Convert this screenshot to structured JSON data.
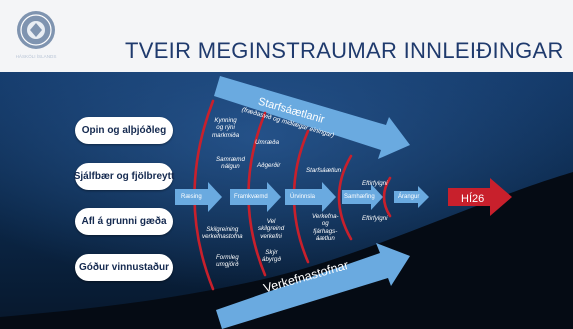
{
  "title": "TVEIR MEGINSTRAUMAR INNLEIÐINGAR",
  "logo_text": "HÁSKÓLI ÍSLANDS",
  "pills": [
    "Opin og alþjóðleg",
    "Sjálfbær og fjölbreytt",
    "Afl á grunni gæða",
    "Góður vinnustaður"
  ],
  "top_stream": {
    "label": "Starfsáætlanir",
    "sublabel": "(fræðasvið og miðlægar einingar)"
  },
  "bottom_stream": {
    "label": "Verkefnastofnar"
  },
  "stages": [
    "Ræsing",
    "Framkvæmd",
    "Úrvinnsla",
    "Samhæfing",
    "Árangur"
  ],
  "goal": "HÍ26",
  "labels": {
    "kynning": "Kynning\nog rýni\nmarkmiða",
    "samraemd_nalgun": "Samræmd\nnálgun",
    "skilgreining": "Skilgreining\nverkefnastofna",
    "formleg": "Formleg\numgjörð",
    "umraeda": "Umræða",
    "adgerdir": "Aðgerðir",
    "vel_skilgreind": "Vel\nskilgreind\nverkefni",
    "skyr": "Skýr\nábyrgð",
    "starfsaaetlun": "Starfsáætlun",
    "verkefna_fjarhags": "Verkefna-\nog\nfjárhags-\náætlun",
    "eftirfylgni_top": "Eftirfylgni",
    "eftirfylgni_bottom": "Eftirfylgni"
  },
  "colors": {
    "header_title": "#1f3a6d",
    "arrow_blue": "#5ea0d8",
    "arc_red": "#c8202c",
    "goal_red": "#c8202c",
    "background_dark": "#0c2a4d"
  }
}
